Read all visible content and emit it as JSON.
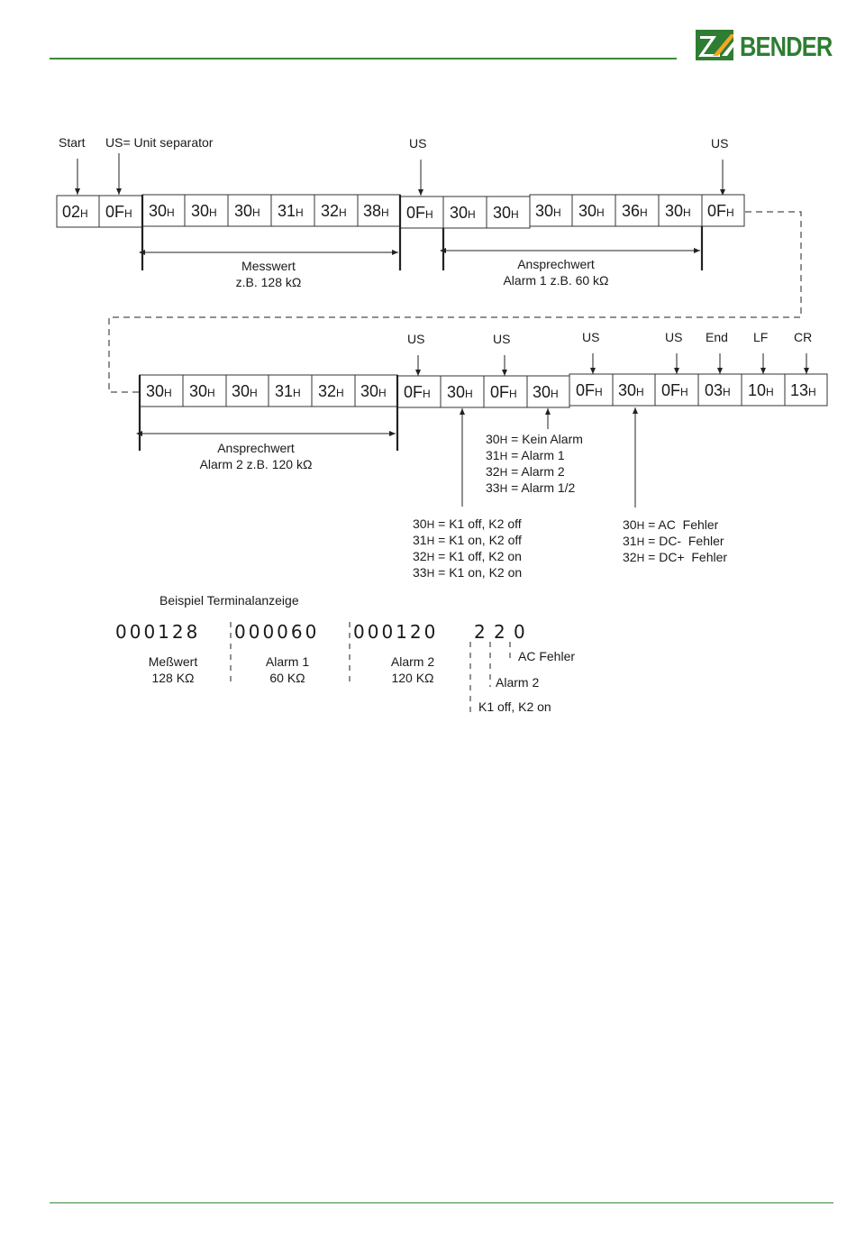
{
  "brand": {
    "name": "BENDER",
    "color": "#2e7d32",
    "accent": "#f5a623"
  },
  "row1": {
    "cells": [
      [
        "02",
        "H"
      ],
      [
        "0F",
        "H"
      ],
      [
        "30",
        "H"
      ],
      [
        "30",
        "H"
      ],
      [
        "30",
        "H"
      ],
      [
        "31",
        "H"
      ],
      [
        "32",
        "H"
      ],
      [
        "38",
        "H"
      ],
      [
        "0F",
        "H"
      ],
      [
        "30",
        "H"
      ],
      [
        "30",
        "H"
      ],
      [
        "30",
        "H"
      ],
      [
        "30",
        "H"
      ],
      [
        "36",
        "H"
      ],
      [
        "30",
        "H"
      ],
      [
        "0F",
        "H"
      ]
    ],
    "labels": {
      "start": "Start",
      "us_def": "US= Unit separator",
      "us": "US"
    },
    "messwert": [
      "Messwert",
      "z.B. 128 kΩ"
    ],
    "ansprech1": [
      "Ansprechwert",
      "Alarm 1 z.B. 60 kΩ"
    ]
  },
  "row2": {
    "cells": [
      [
        "30",
        "H"
      ],
      [
        "30",
        "H"
      ],
      [
        "30",
        "H"
      ],
      [
        "31",
        "H"
      ],
      [
        "32",
        "H"
      ],
      [
        "30",
        "H"
      ],
      [
        "0F",
        "H"
      ],
      [
        "30",
        "H"
      ],
      [
        "0F",
        "H"
      ],
      [
        "30",
        "H"
      ],
      [
        "0F",
        "H"
      ],
      [
        "30",
        "H"
      ],
      [
        "0F",
        "H"
      ],
      [
        "03",
        "H"
      ],
      [
        "10",
        "H"
      ],
      [
        "13",
        "H"
      ]
    ],
    "labels": {
      "us": "US",
      "end": "End",
      "lf": "LF",
      "cr": "CR"
    },
    "ansprech2": [
      "Ansprechwert",
      "Alarm 2 z.B. 120 kΩ"
    ],
    "alarm_legend": [
      [
        "30",
        "H",
        " = Kein Alarm"
      ],
      [
        "31",
        "H",
        " = Alarm 1"
      ],
      [
        "32",
        "H",
        " = Alarm 2"
      ],
      [
        "33",
        "H",
        " = Alarm 1/2"
      ]
    ],
    "relay_legend": [
      [
        "30",
        "H",
        " = K1 off, K2 off"
      ],
      [
        "31",
        "H",
        " = K1 on, K2 off"
      ],
      [
        "32",
        "H",
        " = K1 off, K2 on"
      ],
      [
        "33",
        "H",
        " = K1 on, K2 on"
      ]
    ],
    "fault_legend": [
      [
        "30",
        "H",
        " = AC  Fehler"
      ],
      [
        "31",
        "H",
        " = DC-  Fehler"
      ],
      [
        "32",
        "H",
        " = DC+  Fehler"
      ]
    ]
  },
  "terminal": {
    "title": "Beispiel Terminalanzeige",
    "groups": [
      "000128",
      "000060",
      "000120",
      "2",
      "2",
      "0"
    ],
    "meas": [
      "Meßwert",
      "128 KΩ"
    ],
    "alarm1": [
      "Alarm 1",
      "60 KΩ"
    ],
    "alarm2": [
      "Alarm 2",
      "120 KΩ"
    ],
    "ac_fehler": "AC Fehler",
    "alarm2_single": "Alarm 2",
    "relay": "K1 off, K2 on"
  }
}
